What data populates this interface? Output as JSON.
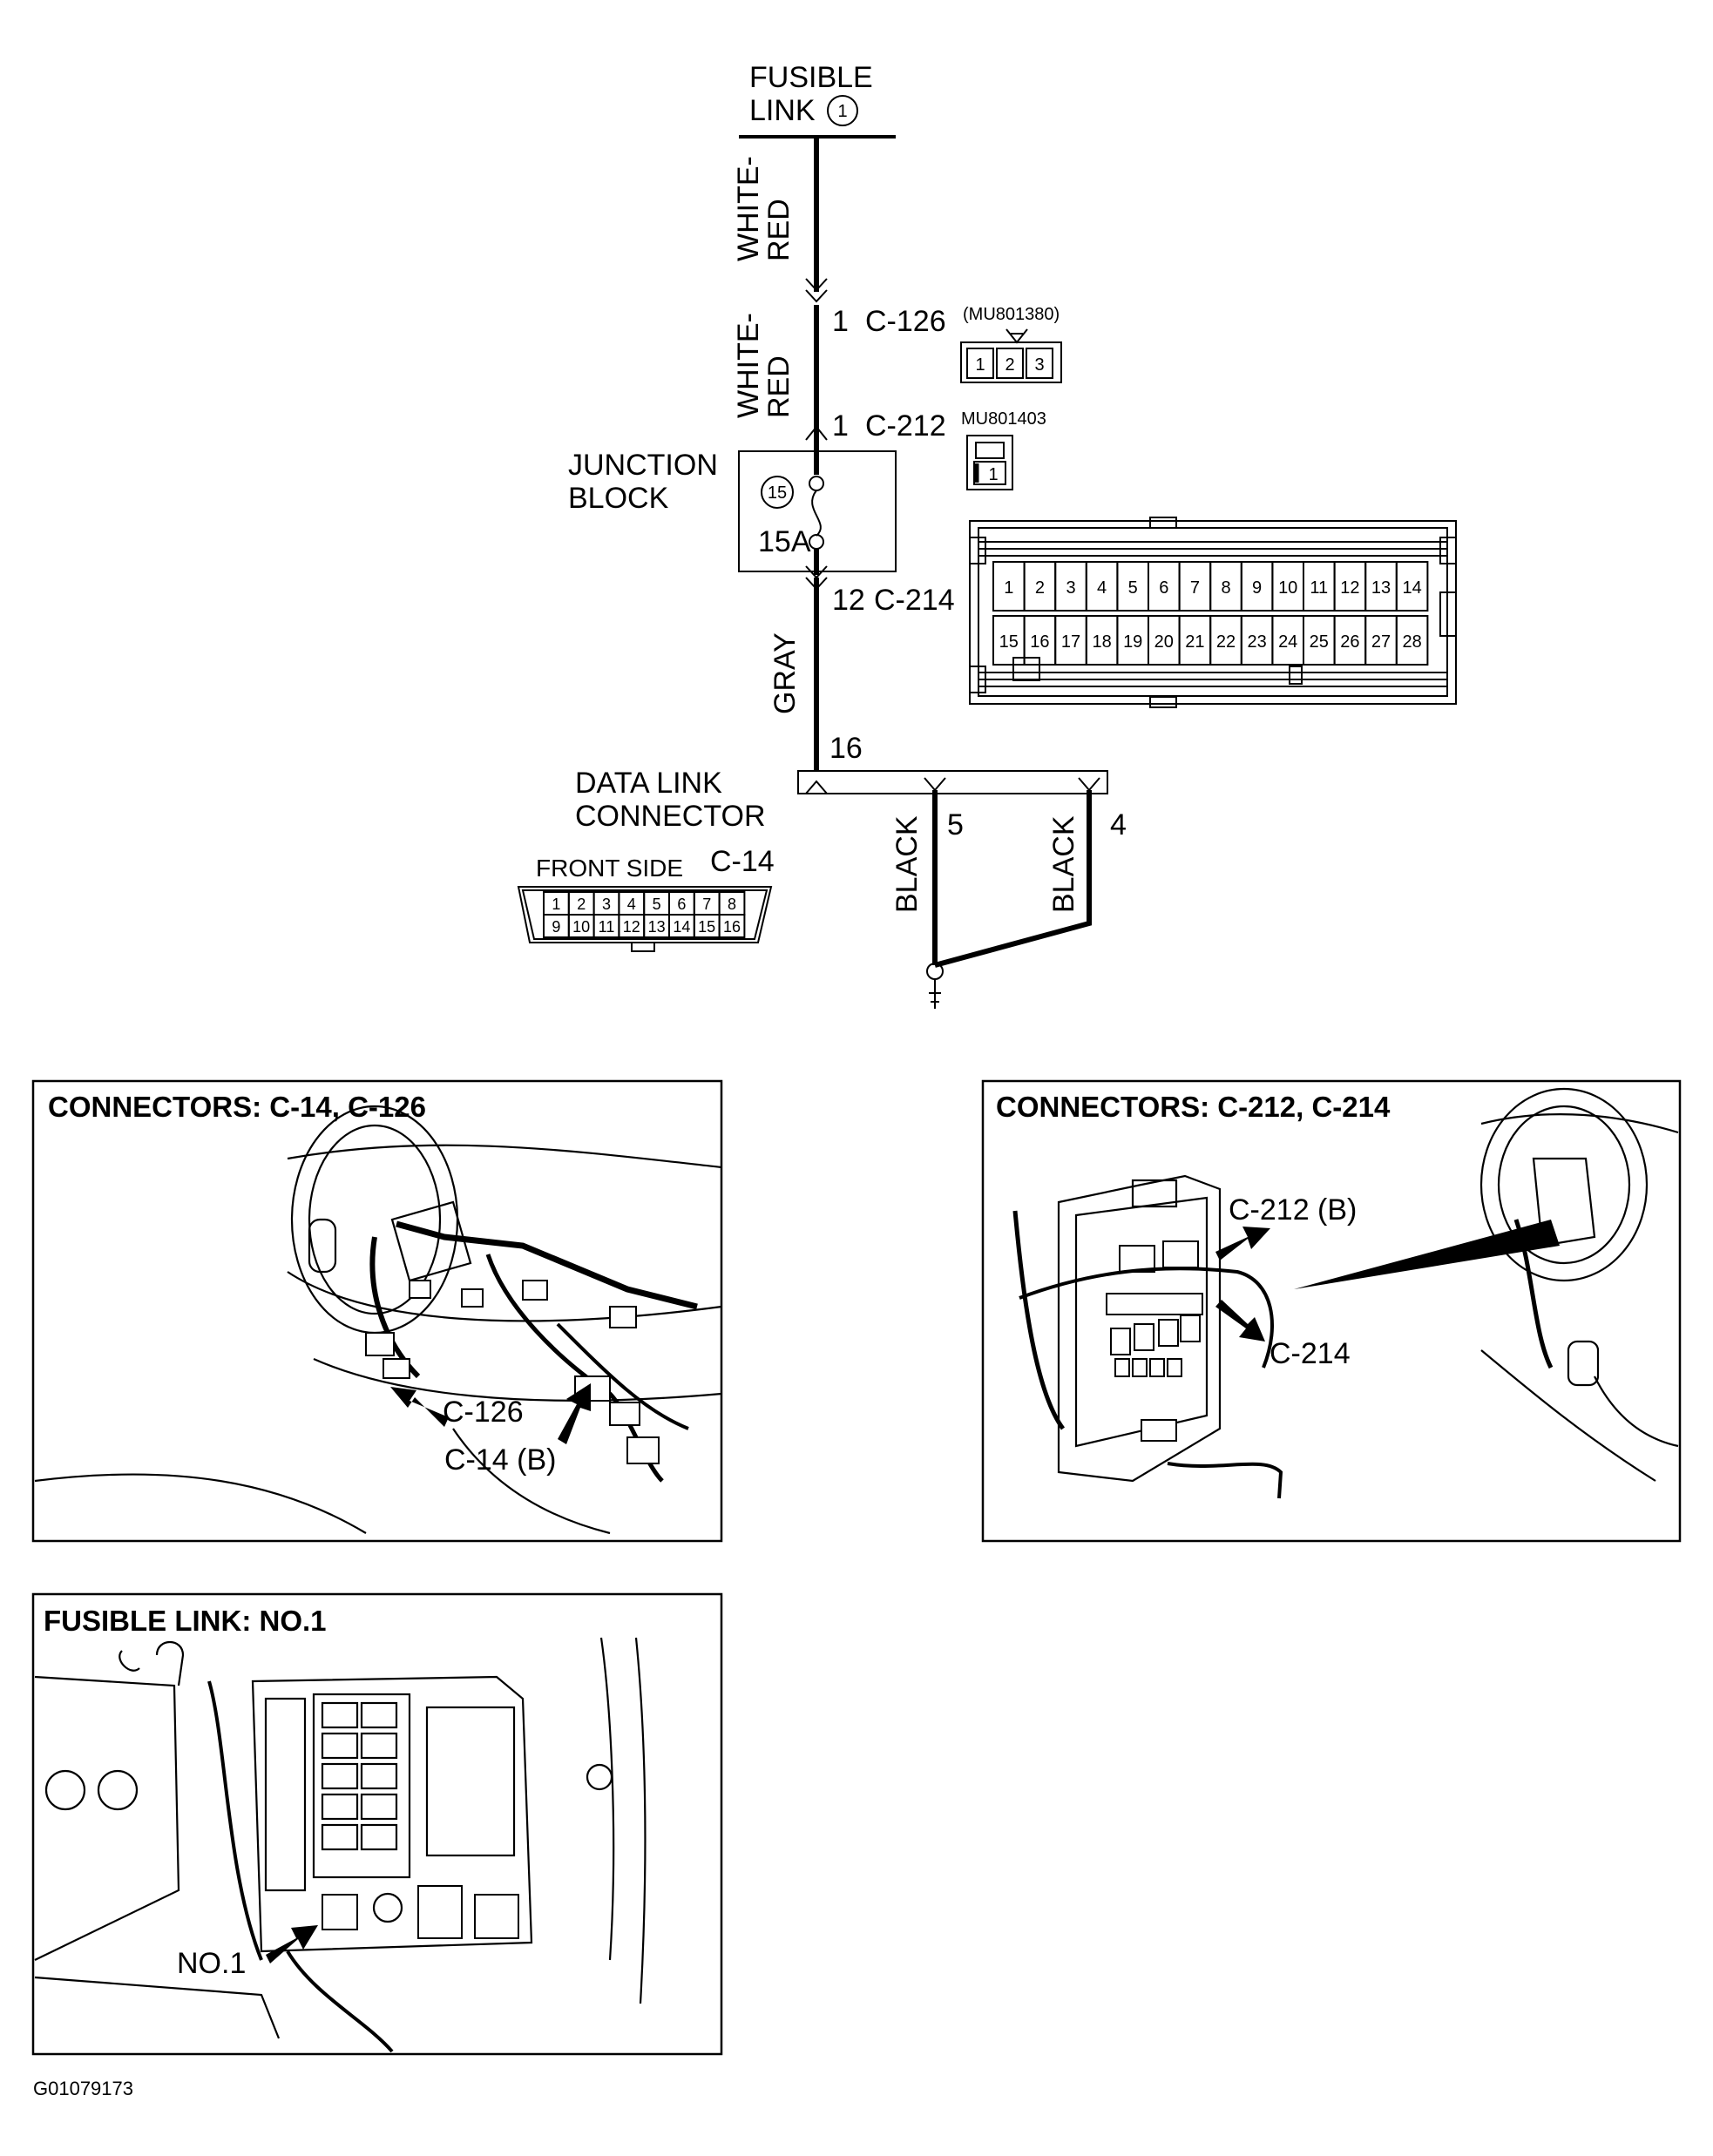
{
  "schematic": {
    "fusible_link": {
      "line1": "FUSIBLE",
      "line2": "LINK",
      "number": "1"
    },
    "wire_white_red_upper": {
      "line1": "WHITE-",
      "line2": "RED"
    },
    "wire_white_red_lower": {
      "line1": "WHITE-",
      "line2": "RED"
    },
    "wire_gray": "GRAY",
    "wire_black_left": "BLACK",
    "wire_black_right": "BLACK",
    "c126": {
      "pin": "1",
      "id": "C-126",
      "part": "(MU801380)",
      "pins": [
        "1",
        "2",
        "3"
      ]
    },
    "c212": {
      "pin": "1",
      "id": "C-212",
      "part": "MU801403",
      "pins": [
        "1"
      ]
    },
    "junction_block": {
      "line1": "JUNCTION",
      "line2": "BLOCK",
      "fuse_number": "15",
      "rating": "15A"
    },
    "c214": {
      "pin": "12",
      "id": "C-214",
      "top_row": [
        "1",
        "2",
        "3",
        "4",
        "5",
        "6",
        "7",
        "8",
        "9",
        "10",
        "11",
        "12",
        "13",
        "14"
      ],
      "bottom_row": [
        "15",
        "16",
        "17",
        "18",
        "19",
        "20",
        "21",
        "22",
        "23",
        "24",
        "25",
        "26",
        "27",
        "28"
      ]
    },
    "data_link_connector": {
      "line1": "DATA LINK",
      "line2": "CONNECTOR",
      "pin_in": "16",
      "pin_a": "5",
      "pin_b": "4",
      "view": "FRONT SIDE",
      "id": "C-14",
      "top_row": [
        "1",
        "2",
        "3",
        "4",
        "5",
        "6",
        "7",
        "8"
      ],
      "bottom_row": [
        "9",
        "10",
        "11",
        "12",
        "13",
        "14",
        "15",
        "16"
      ]
    }
  },
  "panels": {
    "connectors_c14_c126": {
      "title": "CONNECTORS: C-14, C-126",
      "callout_1": "C-126",
      "callout_2": "C-14 (B)"
    },
    "connectors_c212_c214": {
      "title": "CONNECTORS: C-212, C-214",
      "callout_1": "C-212 (B)",
      "callout_2": "C-214"
    },
    "fusible_link_no1": {
      "title": "FUSIBLE LINK: NO.1",
      "callout_1": "NO.1"
    }
  },
  "figure_id": "G01079173"
}
